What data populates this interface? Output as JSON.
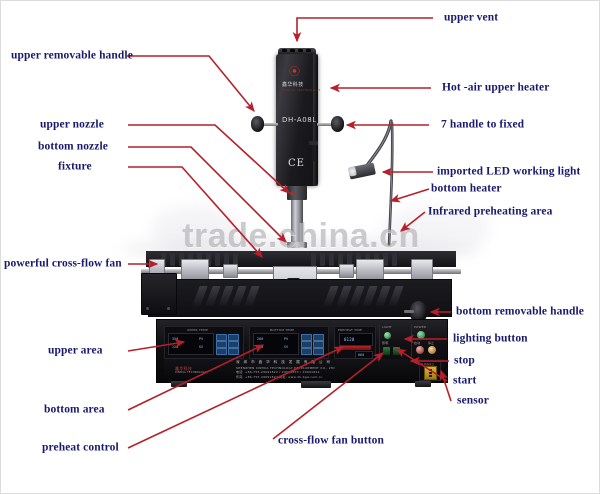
{
  "image": {
    "watermark": "trade.china.cn",
    "subject": "BGA rework station annotated diagram",
    "line_color": "#b5202a",
    "label_color": "#1a1a6e",
    "background": "#ffffff"
  },
  "machine": {
    "model_text": "DH-A08L",
    "ce_mark": "CE",
    "brand_cn": "鑫华科技",
    "brand_sub": "XINHUA TECHNOLOGY",
    "base_line1_cn": "深 圳 市 鑫 华 科 技 发 展 有 限 公 司",
    "base_line2_en": "SHENZHEN XINHUA TECHNOLOGY DEVELOPMENT CO., LTD",
    "base_line3": "电话: +86-755-29091822 / 29091833 / 29091822",
    "base_line4": "传真: +86-755-29091822          网址: www.dh-bga.com.cn",
    "base_logo_cn": "鑫华科技",
    "base_logo_sub": "XINHUA TECHNOLOGY",
    "sensor_label_cn": "传感器接口",
    "sensor_label_en": "SENSOR",
    "panel_titles": {
      "upper_zone": "UPPER  TEMP",
      "bottom_zone": "BOTTOM  TEMP",
      "preheat_zone": "PREHEAT  TIME",
      "light_zone": "LIGHT",
      "power_zone": "POWER"
    },
    "panel_readouts": {
      "upper": [
        "350",
        "PV",
        "120",
        "SV"
      ],
      "bottom": [
        "280",
        "PV",
        "100",
        "SV"
      ],
      "preheat": [
        "0120",
        "060"
      ]
    },
    "small_switch_labels": [
      "开关",
      "启动",
      "停止",
      "照明"
    ]
  },
  "callouts": {
    "right": [
      {
        "id": "upper-vent",
        "label": "upper vent"
      },
      {
        "id": "hot-air-upper-heater",
        "label": "Hot -air upper heater"
      },
      {
        "id": "handle-to-fixed",
        "label": "7 handle to fixed"
      },
      {
        "id": "imported-led-light",
        "label": "imported LED working light"
      },
      {
        "id": "bottom-heater",
        "label": "bottom heater"
      },
      {
        "id": "infrared-preheating",
        "label": "Infrared preheating area"
      },
      {
        "id": "bottom-removable-handle",
        "label": "bottom removable handle"
      },
      {
        "id": "lighting-button",
        "label": "lighting button"
      },
      {
        "id": "stop",
        "label": "stop"
      },
      {
        "id": "start",
        "label": "start"
      },
      {
        "id": "sensor",
        "label": "sensor"
      }
    ],
    "left": [
      {
        "id": "upper-removable-handle",
        "label": "upper removable handle"
      },
      {
        "id": "upper-nozzle",
        "label": "upper nozzle"
      },
      {
        "id": "bottom-nozzle",
        "label": "bottom nozzle"
      },
      {
        "id": "fixture",
        "label": "fixture"
      },
      {
        "id": "powerful-cross-flow-fan",
        "label": "powerful cross-flow fan"
      },
      {
        "id": "upper-area",
        "label": "upper area"
      },
      {
        "id": "bottom-area",
        "label": "bottom area"
      },
      {
        "id": "preheat-control",
        "label": "preheat control"
      }
    ],
    "bottom": [
      {
        "id": "cross-flow-fan-button",
        "label": "cross-flow fan button"
      }
    ]
  }
}
